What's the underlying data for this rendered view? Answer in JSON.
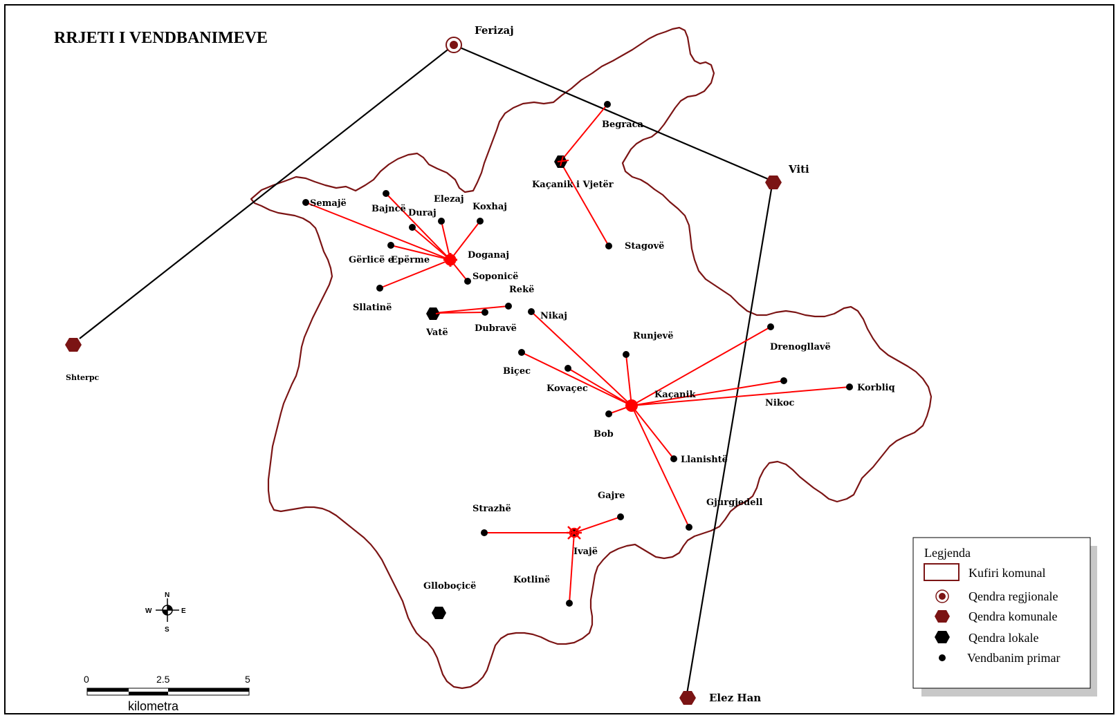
{
  "title": "RRJETI I VENDBANIMEVE",
  "colors": {
    "border": "#7b1414",
    "link": "#ff0000",
    "regional": "#7b1414",
    "municipal": "#7b1414",
    "local": "#000000",
    "primary": "#000000",
    "road": "#000000"
  },
  "centers": {
    "regional": {
      "name": "Ferizaj",
      "symbol": "circle-ring"
    },
    "municipal": [
      {
        "name": "Viti"
      },
      {
        "name": "Shterpc"
      },
      {
        "name": "Elez Han"
      }
    ],
    "local": [
      {
        "name": "Kaçanik i Vjetër"
      },
      {
        "name": "Vatë"
      },
      {
        "name": "Glloboçicë"
      }
    ],
    "hubs": [
      {
        "name": "Kaçanik"
      },
      {
        "name": "Doganaj"
      },
      {
        "name": "Ivajë"
      }
    ]
  },
  "settlements": [
    "Begraca",
    "Stagovë",
    "Semajë",
    "Bajncë",
    "Elezaj",
    "Duraj",
    "Koxhaj",
    "Gërlicë e",
    "Epërme",
    "Soponicë",
    "Sllatinë",
    "Rekë",
    "Dubravë",
    "Nikaj",
    "Runjevë",
    "Drenogllavë",
    "Biçec",
    "Kovaçec",
    "Nikoc",
    "Korbliq",
    "Bob",
    "Llanishtë",
    "Gajre",
    "Strazhë",
    "Gjurgjedell",
    "Kotlinë"
  ],
  "legend": {
    "title": "Legjenda",
    "items": [
      {
        "label": "Kufiri komunal",
        "symbol": "border-rect"
      },
      {
        "label": "Qendra regjionale",
        "symbol": "circle-ring"
      },
      {
        "label": "Qendra komunale",
        "symbol": "hexagon-darkred"
      },
      {
        "label": "Qendra lokale",
        "symbol": "hexagon-black"
      },
      {
        "label": "Vendbanim primar",
        "symbol": "dot"
      }
    ]
  },
  "compass": {
    "n": "N",
    "s": "S",
    "e": "E",
    "w": "W"
  },
  "scale_bar": {
    "ticks": [
      "0",
      "2.5",
      "5"
    ],
    "unit": "kilometra"
  }
}
